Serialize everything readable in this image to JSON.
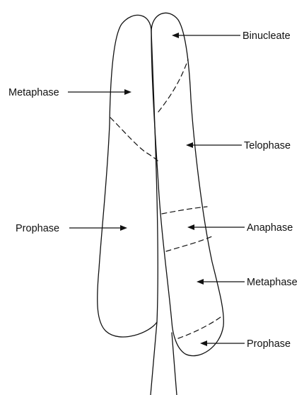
{
  "labels": {
    "left": {
      "metaphase": "Metaphase",
      "prophase": "Prophase"
    },
    "right": {
      "binucleate": "Binucleate",
      "telophase": "Telophase",
      "anaphase": "Anaphase",
      "metaphase": "Metaphase",
      "prophase": "Prophase"
    }
  },
  "colors": {
    "line": "#111111",
    "background": "#ffffff"
  }
}
